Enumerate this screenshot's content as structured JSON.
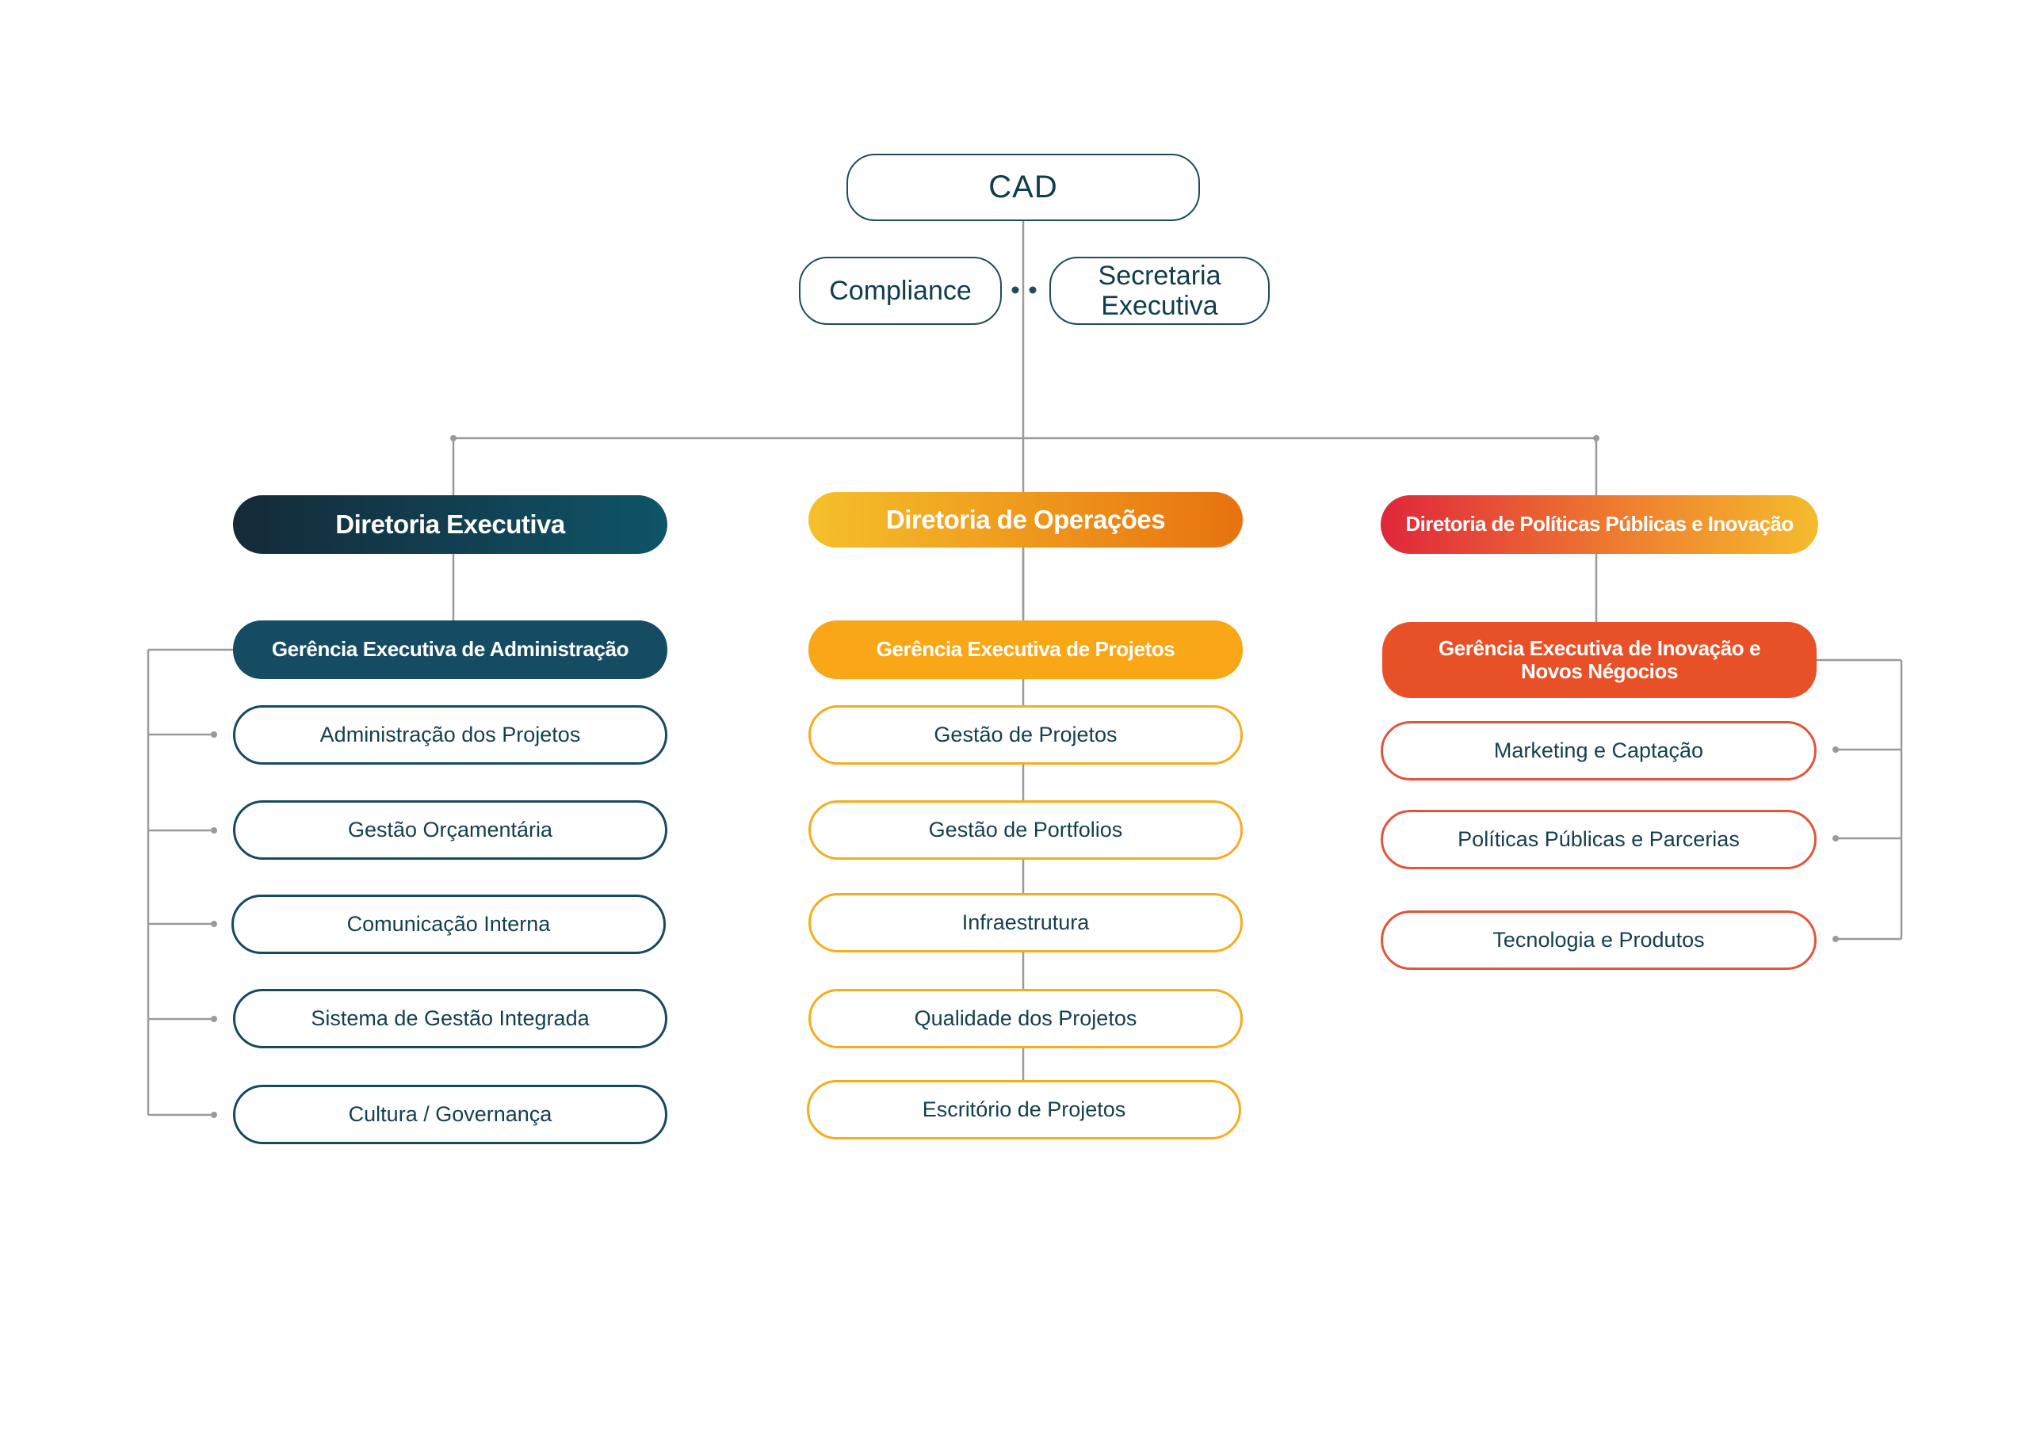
{
  "top": {
    "root": "CAD",
    "left_aux": "Compliance",
    "right_aux": "Secretaria Executiva"
  },
  "branches": [
    {
      "head": "Diretoria Executiva",
      "manager": "Gerência Executiva de Administração",
      "units": [
        "Administração dos Projetos",
        "Gestão Orçamentária",
        "Comunicação Interna",
        "Sistema de Gestão Integrada",
        "Cultura / Governança"
      ],
      "colors": {
        "head_from": "#142a38",
        "head_to": "#0f5468",
        "manager": "#154b63",
        "border": "#174a5e"
      }
    },
    {
      "head": "Diretoria de Operações",
      "manager": "Gerência Executiva de Projetos",
      "units": [
        "Gestão de Projetos",
        "Gestão de Portfolios",
        "Infraestrutura",
        "Qualidade dos Projetos",
        "Escritório de Projetos"
      ],
      "colors": {
        "head_from": "#f5c02a",
        "head_to": "#e8720f",
        "manager": "#f9a716",
        "border": "#f6ad1c"
      }
    },
    {
      "head": "Diretoria de Políticas Públicas e Inovação",
      "manager": "Gerência Executiva de Inovação e Novos Négocios",
      "units": [
        "Marketing e Captação",
        "Políticas Públicas e Parcerias",
        "Tecnologia e Produtos"
      ],
      "colors": {
        "head_from": "#e0263c",
        "head_to": "#f5bc2c",
        "manager": "#e85127",
        "border": "#e2553a"
      }
    }
  ],
  "line_color": "#9a9a9a"
}
